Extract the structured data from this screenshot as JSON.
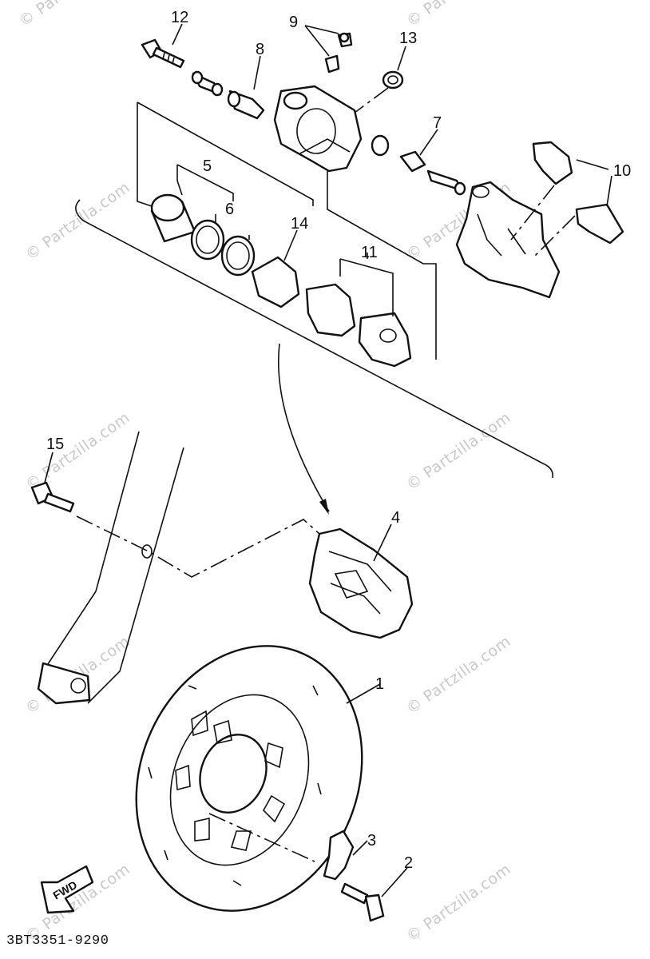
{
  "watermark_text": "© Partzilla.com",
  "diagram_code": "3BT3351-9290",
  "fwd_label": "FWD",
  "callouts": [
    "1",
    "2",
    "3",
    "4",
    "5",
    "6",
    "7",
    "8",
    "9",
    "10",
    "11",
    "12",
    "13",
    "14",
    "15"
  ],
  "line_color": "#111111",
  "watermark_color": "#c9c9c9"
}
